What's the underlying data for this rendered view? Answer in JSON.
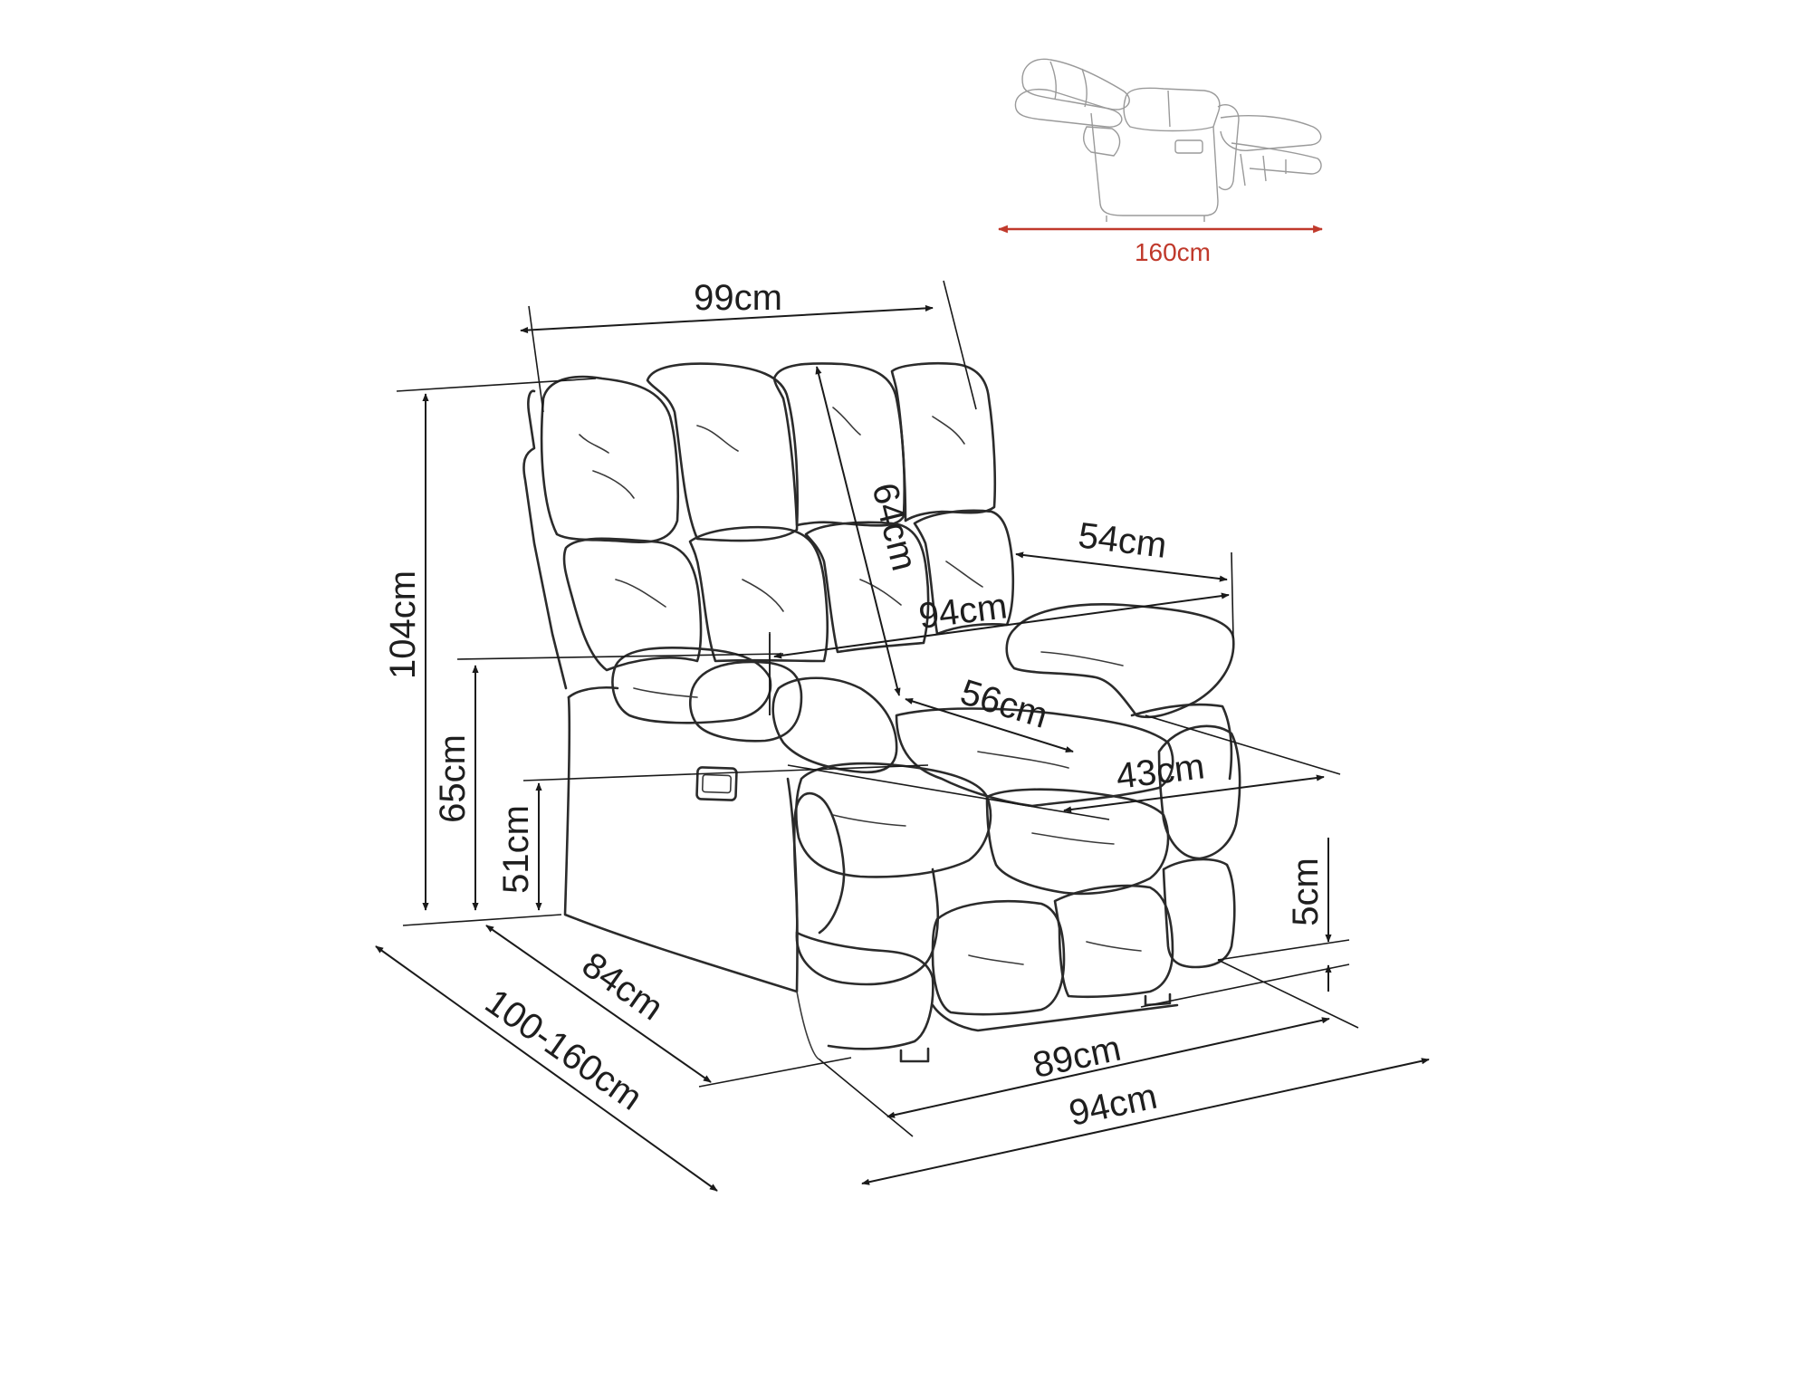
{
  "colors": {
    "line": "#1a1a1a",
    "accent": "#c0392b",
    "background": "#ffffff"
  },
  "dimensions": {
    "reclined_length": "160cm",
    "back_width": "99cm",
    "back_height": "64cm",
    "total_height": "104cm",
    "armrest_height": "65cm",
    "seat_height": "51cm",
    "armrest_length": "54cm",
    "inner_width": "94cm",
    "seat_depth": "56cm",
    "seat_width": "43cm",
    "leg_height": "5cm",
    "base_depth": "84cm",
    "depth_range": "100-160cm",
    "base_width": "89cm",
    "total_width": "94cm"
  }
}
